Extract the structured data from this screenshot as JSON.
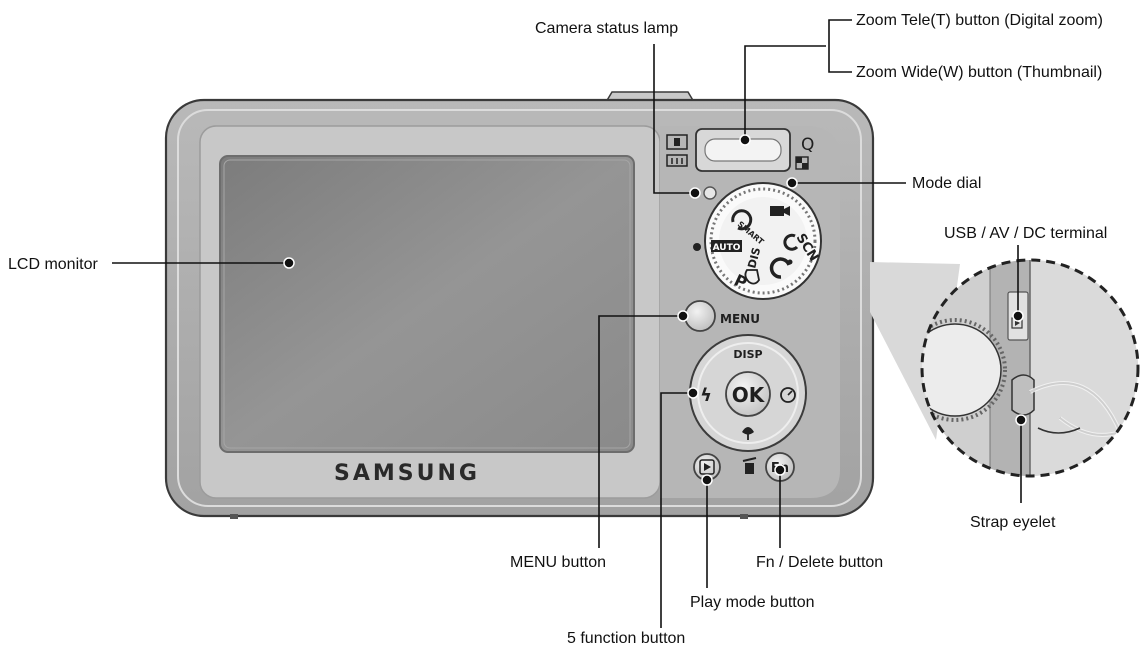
{
  "camera": {
    "brand": "SAMSUNG",
    "dial_marks": {
      "auto": "AUTO",
      "scn": "SCN",
      "smart": "SMART",
      "program": "P",
      "dis": "DIS"
    },
    "zoom_marks": {
      "tele": "Q"
    },
    "menu_text": "MENU",
    "disp_text": "DISP",
    "ok_text": "OK",
    "fn_text": "Fn"
  },
  "labels": {
    "status_lamp": "Camera status lamp",
    "zoom_tele": "Zoom Tele(T) button (Digital zoom)",
    "zoom_wide": "Zoom Wide(W) button (Thumbnail)",
    "mode_dial": "Mode dial",
    "usb_terminal": "USB / AV / DC terminal",
    "lcd_monitor": "LCD monitor",
    "strap_eyelet": "Strap eyelet",
    "menu_button": "MENU button",
    "fn_delete": "Fn / Delete button",
    "play_mode": "Play mode button",
    "five_function": "5 function button"
  },
  "colors": {
    "body": "#a9a9a9",
    "body_light": "#cfcfcf",
    "lcd": "#8c8c8c",
    "panel": "#c4c4c4",
    "outline": "#3a3a3a"
  }
}
